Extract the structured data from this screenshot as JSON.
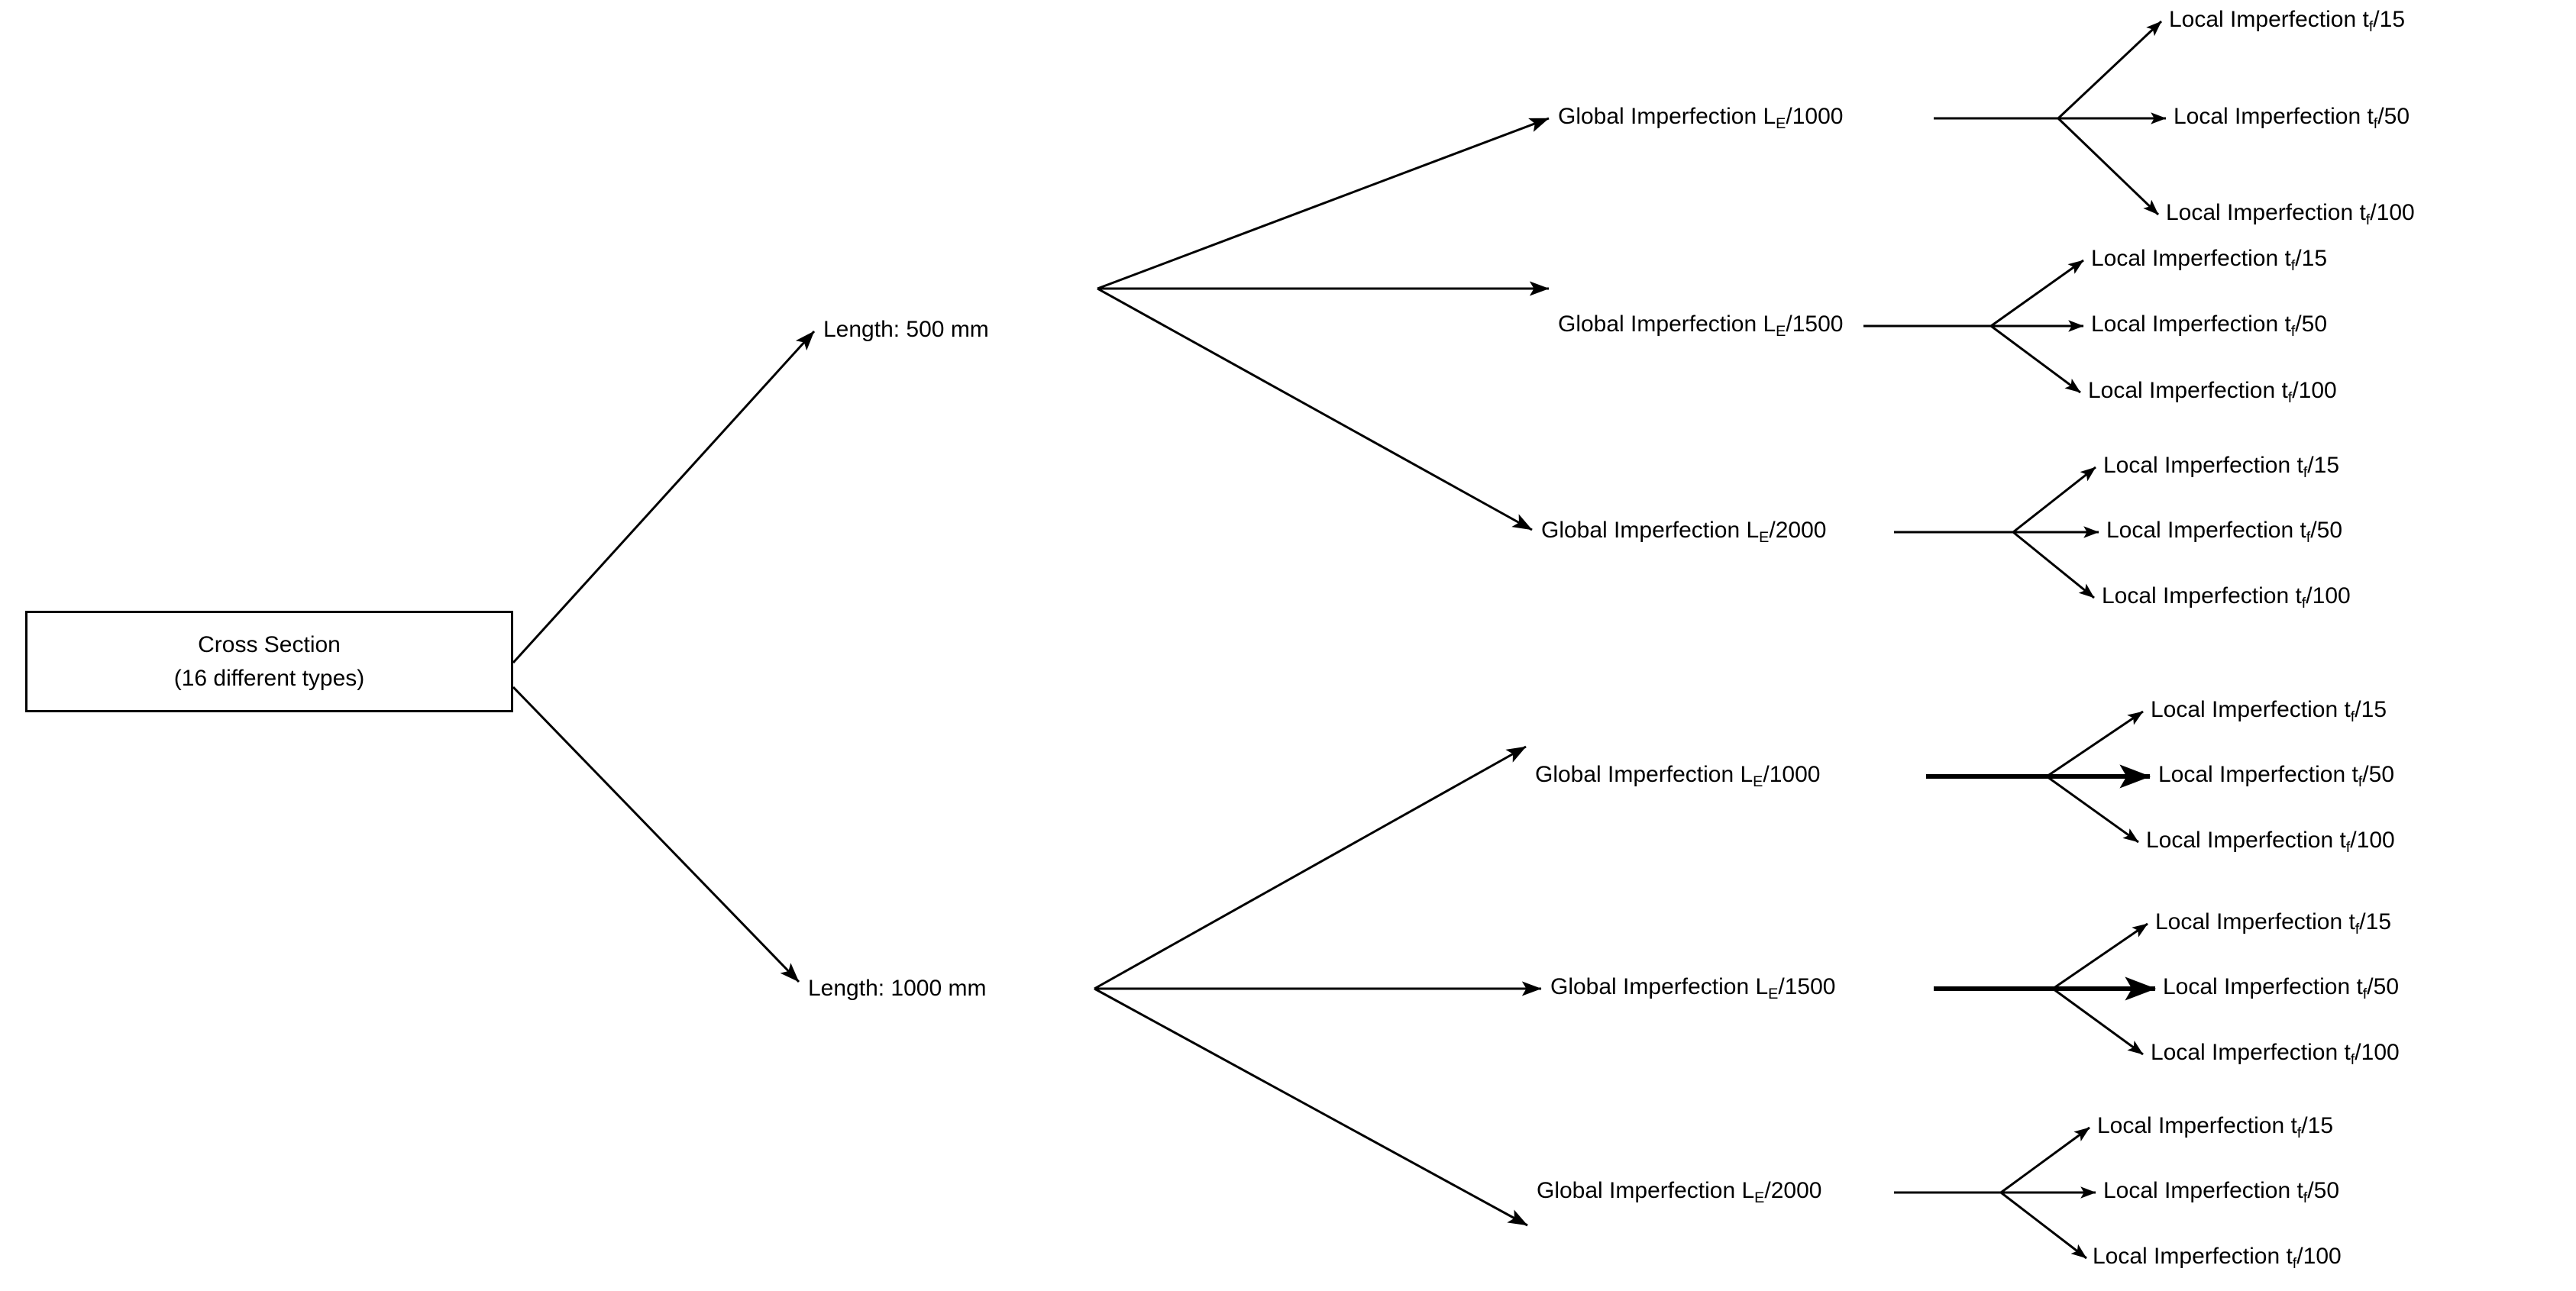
{
  "diagram": {
    "title_root": {
      "line1": "Cross Section",
      "line2": "(16 different types)"
    },
    "lengths": [
      {
        "label": "Length: 500 mm"
      },
      {
        "label": "Length: 1000 mm"
      }
    ],
    "global_imperfections": [
      {
        "prefix": "Global Imperfection L",
        "sub": "E",
        "suffix": "/1000"
      },
      {
        "prefix": "Global Imperfection L",
        "sub": "E",
        "suffix": "/1500"
      },
      {
        "prefix": "Global Imperfection L",
        "sub": "E",
        "suffix": "/2000"
      },
      {
        "prefix": "Global Imperfection L",
        "sub": "E",
        "suffix": "/1000"
      },
      {
        "prefix": "Global Imperfection L",
        "sub": "E",
        "suffix": "/1500"
      },
      {
        "prefix": "Global Imperfection L",
        "sub": "E",
        "suffix": "/2000"
      }
    ],
    "local_imperfections": [
      {
        "prefix": "Local Imperfection t",
        "sub": "f",
        "suffix": "/15"
      },
      {
        "prefix": "Local Imperfection t",
        "sub": "f",
        "suffix": "/50"
      },
      {
        "prefix": "Local Imperfection t",
        "sub": "f",
        "suffix": "/100"
      },
      {
        "prefix": "Local Imperfection t",
        "sub": "f",
        "suffix": "/15"
      },
      {
        "prefix": "Local Imperfection t",
        "sub": "f",
        "suffix": "/50"
      },
      {
        "prefix": "Local Imperfection t",
        "sub": "f",
        "suffix": "/100"
      },
      {
        "prefix": "Local Imperfection t",
        "sub": "f",
        "suffix": "/15"
      },
      {
        "prefix": "Local Imperfection t",
        "sub": "f",
        "suffix": "/50"
      },
      {
        "prefix": "Local Imperfection t",
        "sub": "f",
        "suffix": "/100"
      },
      {
        "prefix": "Local Imperfection t",
        "sub": "f",
        "suffix": "/15"
      },
      {
        "prefix": "Local Imperfection t",
        "sub": "f",
        "suffix": "/50"
      },
      {
        "prefix": "Local Imperfection t",
        "sub": "f",
        "suffix": "/100"
      },
      {
        "prefix": "Local Imperfection t",
        "sub": "f",
        "suffix": "/15"
      },
      {
        "prefix": "Local Imperfection t",
        "sub": "f",
        "suffix": "/50"
      },
      {
        "prefix": "Local Imperfection t",
        "sub": "f",
        "suffix": "/100"
      },
      {
        "prefix": "Local Imperfection t",
        "sub": "f",
        "suffix": "/15"
      },
      {
        "prefix": "Local Imperfection t",
        "sub": "f",
        "suffix": "/50"
      },
      {
        "prefix": "Local Imperfection t",
        "sub": "f",
        "suffix": "/100"
      }
    ],
    "colors": {
      "line": "#000000",
      "text": "#000000",
      "background": "#ffffff"
    }
  }
}
